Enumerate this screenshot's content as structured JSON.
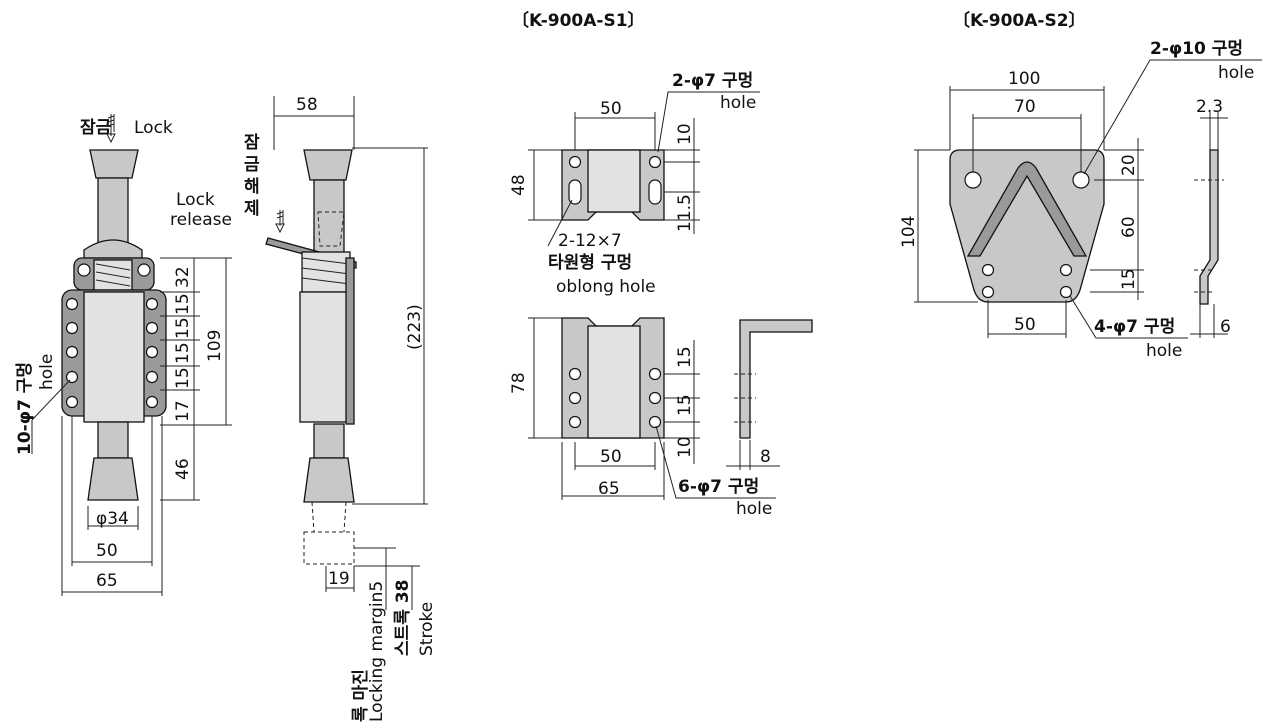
{
  "titles": {
    "s1": "〔K-900A-S1〕",
    "s2": "〔K-900A-S2〕"
  },
  "latch": {
    "lock_ko": "잠금",
    "lock_en": "Lock",
    "release_ko": "잠금해제",
    "release_en": "Lock release",
    "holes_ko": "10-φ7 구멍",
    "holes_en": "hole",
    "dims": {
      "d58": "58",
      "d32": "32",
      "d109": "109",
      "d15a": "15",
      "d15b": "15",
      "d15c": "15",
      "d15d": "15",
      "d17": "17",
      "d46": "46",
      "d223": "(223)",
      "d34": "φ34",
      "d50": "50",
      "d65": "65",
      "d19": "19"
    },
    "margin_ko": "록 마진",
    "margin_en": "Locking margin5",
    "stroke_ko": "스트록 38",
    "stroke_en": "Stroke"
  },
  "s1": {
    "top_holes_ko": "2-φ7 구멍",
    "top_holes_en": "hole",
    "oblong_size": "2-12×7",
    "oblong_ko": "타원형 구멍",
    "oblong_en": "oblong hole",
    "d50": "50",
    "d10": "10",
    "d48": "48",
    "d11_5": "11.5",
    "d78": "78",
    "d15a": "15",
    "d15b": "15",
    "d10b": "10",
    "d50b": "50",
    "d65": "65",
    "d8": "8",
    "bottom_holes_ko": "6-φ7 구멍",
    "bottom_holes_en": "hole"
  },
  "s2": {
    "top_holes_ko": "2-φ10 구멍",
    "top_holes_en": "hole",
    "d100": "100",
    "d70": "70",
    "d2_3": "2.3",
    "d20": "20",
    "d104": "104",
    "d60": "60",
    "d15": "15",
    "d50": "50",
    "d6": "6",
    "bottom_holes_ko": "4-φ7 구멍",
    "bottom_holes_en": "hole"
  }
}
